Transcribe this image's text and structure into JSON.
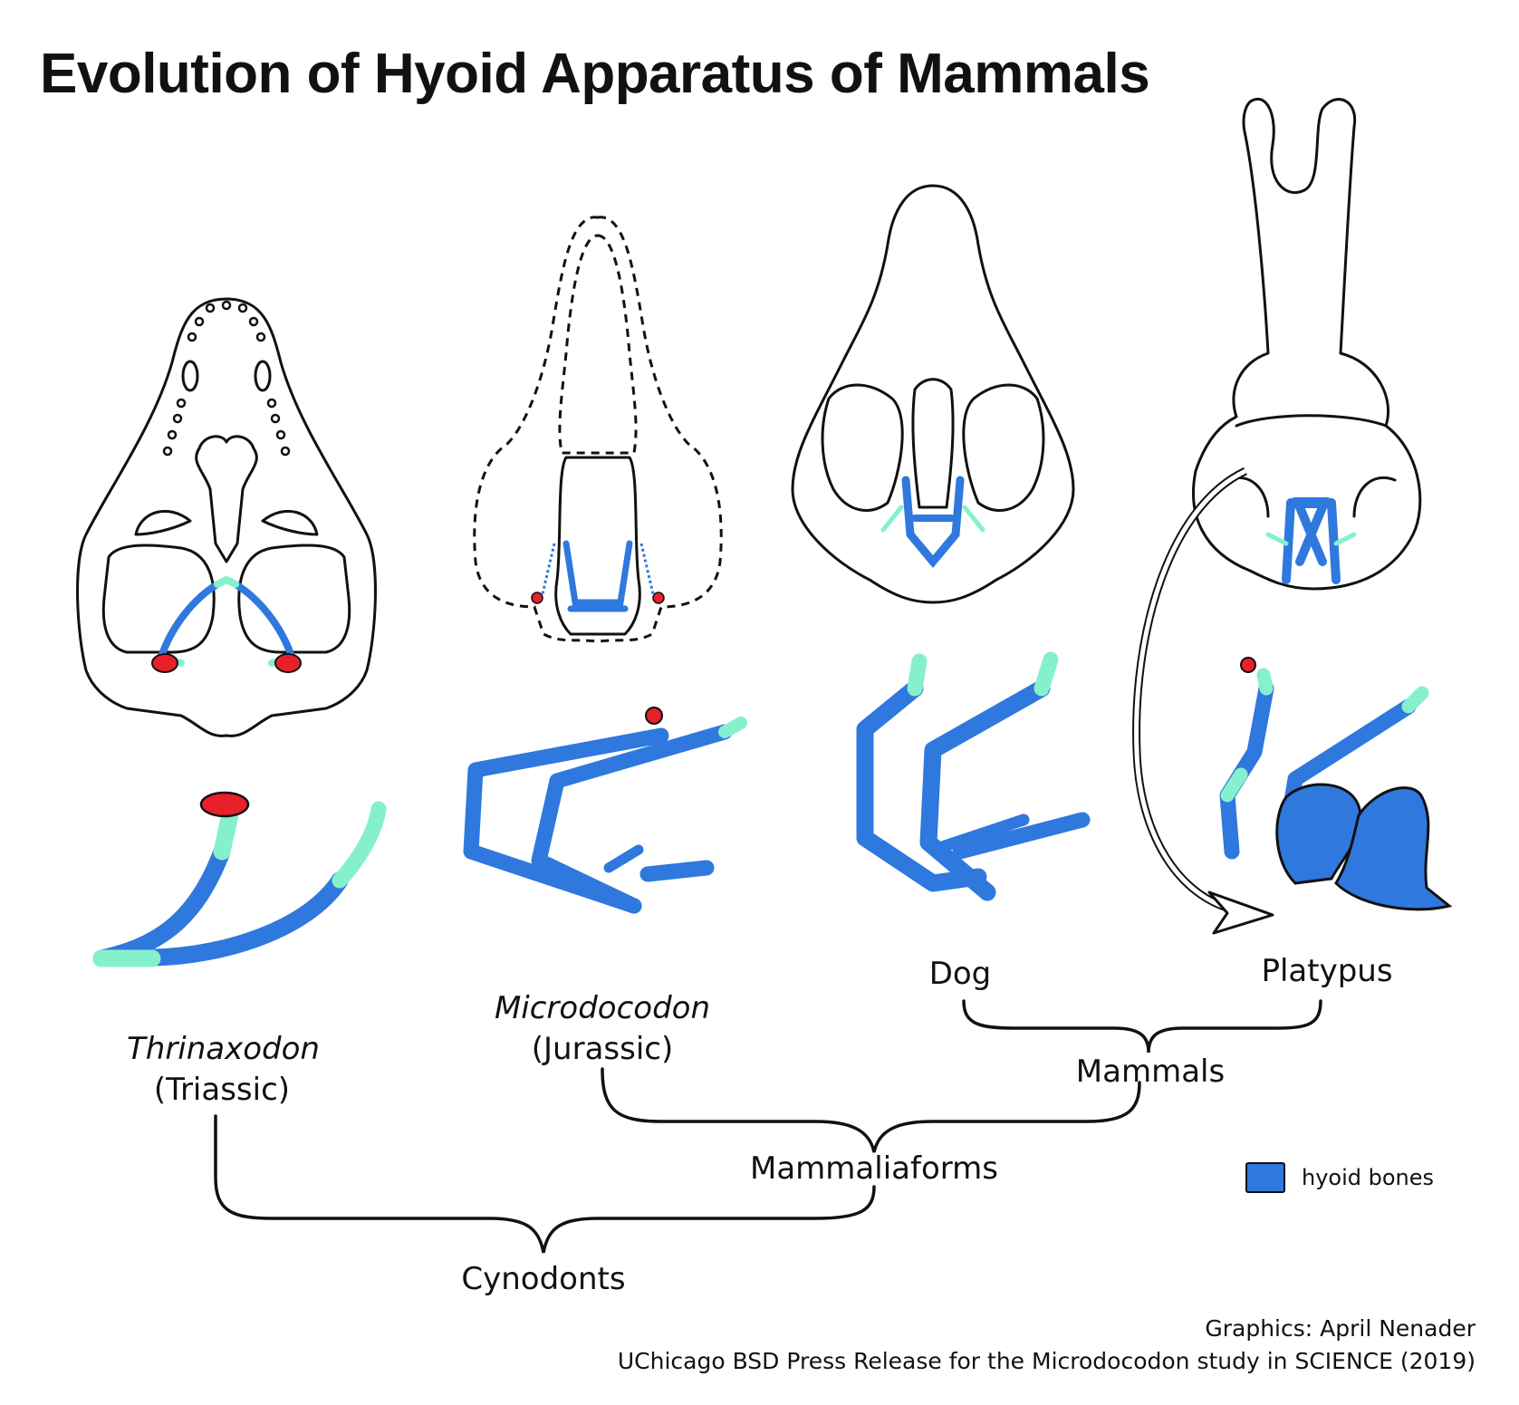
{
  "title": "Evolution of Hyoid Apparatus of Mammals",
  "colors": {
    "hyoid": "#2f78de",
    "cartilage": "#86f0cc",
    "ear_ossicle": "#e8202a",
    "outline": "#111111"
  },
  "taxa": [
    {
      "id": "thrinaxodon",
      "name": "Thrinaxodon",
      "period": "(Triassic)",
      "italic": true
    },
    {
      "id": "microdocodon",
      "name": "Microdocodon",
      "period": "(Jurassic)",
      "italic": true
    },
    {
      "id": "dog",
      "name": "Dog",
      "period": "",
      "italic": false
    },
    {
      "id": "platypus",
      "name": "Platypus",
      "period": "",
      "italic": false
    }
  ],
  "clades": {
    "mammals": "Mammals",
    "mammaliaforms": "Mammaliaforms",
    "cynodonts": "Cynodonts"
  },
  "legend": {
    "label": "hyoid bones"
  },
  "credits": {
    "graphics": "Graphics: April Nenader",
    "source": "UChicago BSD Press Release for the Microdocodon study in SCIENCE (2019)"
  }
}
